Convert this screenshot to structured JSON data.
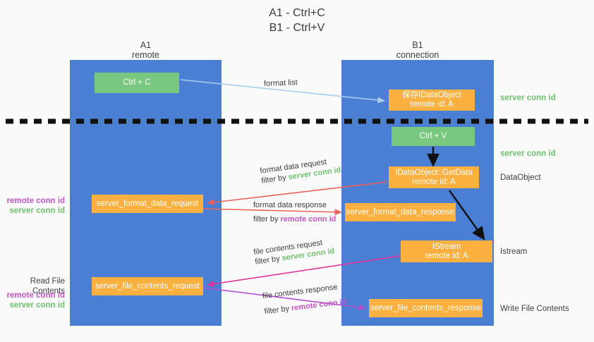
{
  "title": {
    "line1": "A1 - Ctrl+C",
    "line2": "B1 - Ctrl+V"
  },
  "columns": {
    "a1": {
      "name": "A1",
      "role": "remote"
    },
    "b1": {
      "name": "B1",
      "role": "connection"
    }
  },
  "nodes": {
    "ctrl_c": {
      "label": "Ctrl + C"
    },
    "save_idataobject": {
      "label": "保存IDataObject",
      "sub": "remote id: A"
    },
    "ctrl_v": {
      "label": "Ctrl + V"
    },
    "getdata": {
      "label": "IDataObject::GetData",
      "sub": "remote id: A"
    },
    "server_format_data_request": {
      "label": "server_format_data_request"
    },
    "server_format_data_response": {
      "label": "server_format_data_response"
    },
    "istream": {
      "label": "IStream",
      "sub": "remote id: A"
    },
    "server_file_contents_request": {
      "label": "server_file_contents_request"
    },
    "server_file_contents_response": {
      "label": "server_file_contents_response"
    }
  },
  "wire_labels": {
    "format_list": "format list",
    "format_data_request": {
      "line1": "format data request",
      "filter_prefix": "filter by ",
      "filter_key": "server conn id"
    },
    "format_data_response": {
      "line1": "format data response",
      "filter_prefix": "filter by ",
      "filter_key": "remote conn id"
    },
    "file_contents_request": {
      "line1": "file contents request",
      "filter_prefix": "filter by ",
      "filter_key": "server conn id"
    },
    "file_contents_response": {
      "line1": "file contents response",
      "filter_prefix": "filter by ",
      "filter_key": "remote conn id"
    }
  },
  "right_labels": {
    "server_conn_id_top": "server conn id",
    "server_conn_id_mid": "server conn id",
    "dataobject": "DataObject",
    "istream": "Istream",
    "write_file_contents": "Write File Contents"
  },
  "left_labels": {
    "remote_conn_id_a": "remote conn id",
    "server_conn_id_a": "server conn id",
    "read_file_contents": "Read File Contents",
    "remote_conn_id_b": "remote conn id",
    "server_conn_id_b": "server conn id"
  },
  "colors": {
    "column": "#4a7fd4",
    "green_node": "#7ac77f",
    "orange_node": "#fbb040",
    "server_conn_id": "#6ec06e",
    "remote_conn_id": "#c455c4",
    "format_list_arrow": "#a8cdee",
    "format_data_arrow": "#e8625a",
    "file_contents_arrow": "#b44fd0",
    "magenta_arrow": "#e0339a",
    "flow_arrow": "#111111",
    "divider": "#111111",
    "background": "#fafafa"
  }
}
